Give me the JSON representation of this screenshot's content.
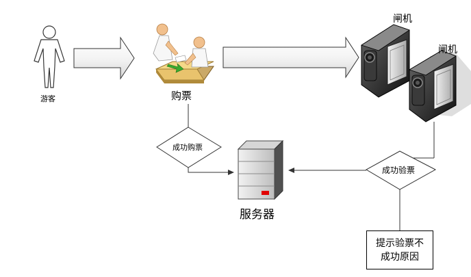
{
  "nodes": {
    "visitor": "游客",
    "purchase": "购票",
    "gate_1": "闸机",
    "gate_2": "闸机",
    "server": "服务器",
    "purchase_success": "成功购票",
    "check_success": "成功验票",
    "failure_notice": "提示验票不成功原因"
  },
  "icons": {
    "visitor": "person-outline-icon",
    "purchase": "ticket-counter-icon",
    "gate": "turnstile-gate-icon",
    "server": "server-tower-icon"
  },
  "colors": {
    "line": "#333333",
    "arrow_fill": "#ffffff",
    "server_light": "#e8e8e8",
    "server_dark": "#505050",
    "server_led": "#e00000",
    "desk": "#f5d888",
    "gate_body": "#2a2a2a",
    "gate_panel": "#d0d0d0"
  }
}
